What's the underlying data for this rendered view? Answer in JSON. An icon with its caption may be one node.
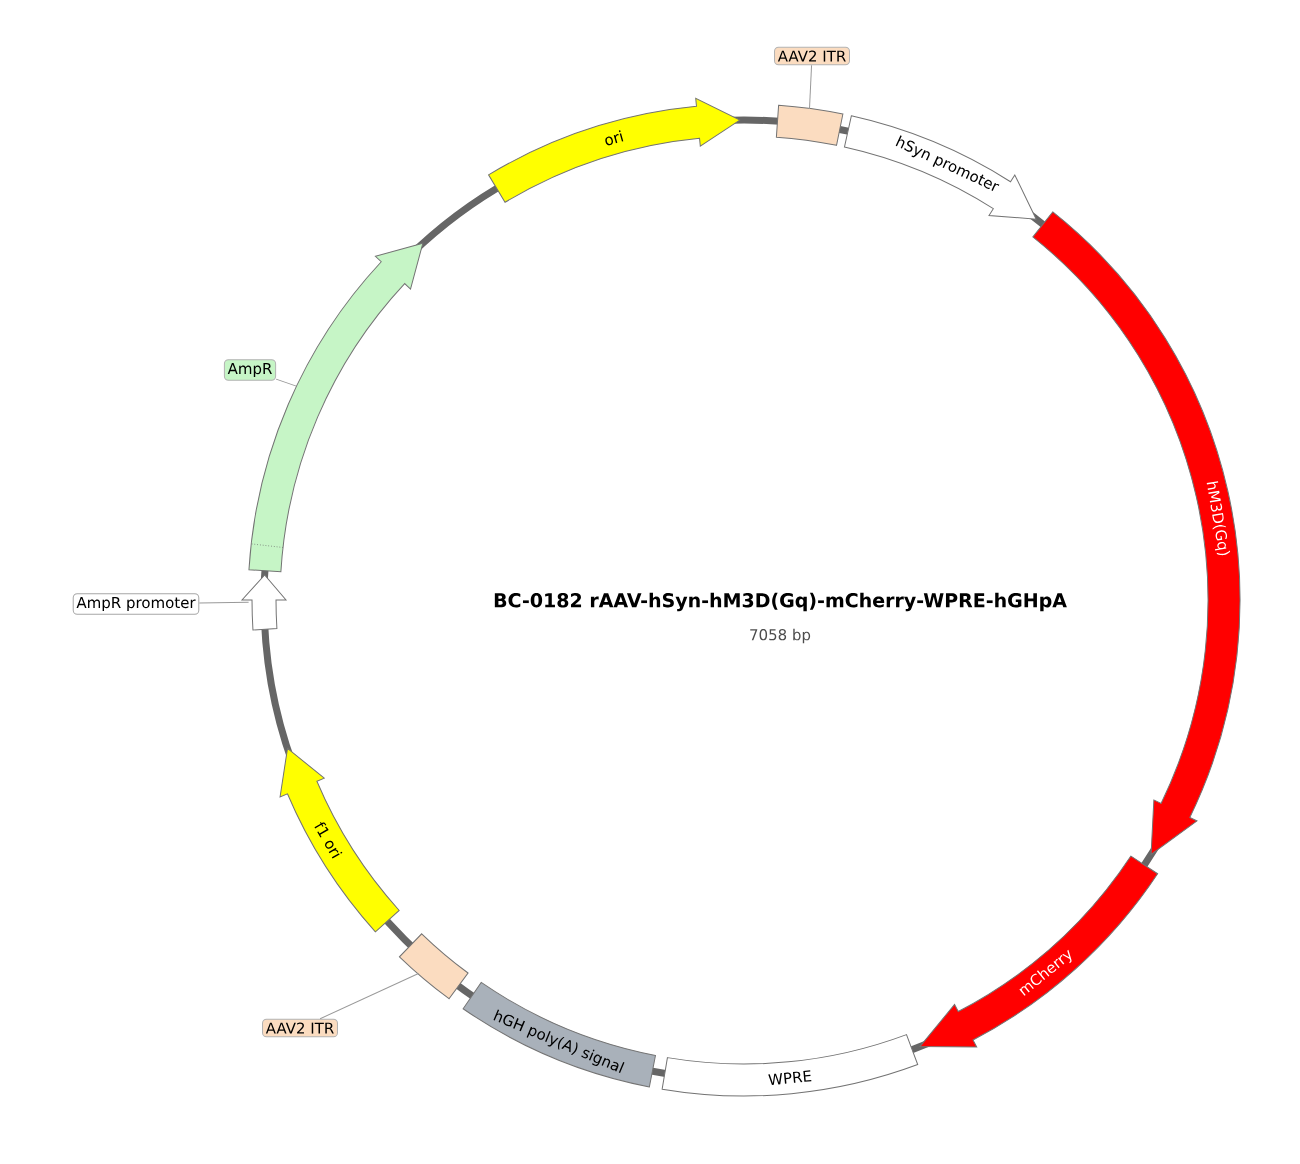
{
  "diagram": {
    "title": "BC-0182   rAAV-hSyn-hM3D(Gq)-mCherry-WPRE-hGHpA",
    "nodes": [
      {
        "text": [
          "AAV2 ITR"
        ]
      },
      {
        "text": [],
        "shape": "box"
      },
      {
        "text": [
          "AmpR"
        ]
      },
      {
        "text": [],
        "shape": "arrow"
      },
      {
        "text": [
          "AmpR promoter"
        ]
      },
      {
        "text": [],
        "shape": "arrow"
      },
      {
        "text": [
          "ori"
        ]
      },
      {
        "text": [
          "hSyn promoter"
        ]
      },
      {
        "text": [
          "hM3D(Gq)"
        ]
      },
      {
        "text": [
          "mCherry"
        ]
      },
      {
        "text": [
          "WPRE"
        ]
      },
      {
        "text": [
          "hGH poly(A) signal"
        ]
      },
      {
        "text": [],
        "shape": "box"
      },
      {
        "text": [
          "AAV2 ITR"
        ]
      },
      {
        "text": [
          "f1 ori"
        ]
      }
    ],
    "edges": [
      {
        "from": 0,
        "to": 1,
        "arrow": "none"
      },
      {
        "from": 2,
        "to": 3,
        "arrow": "none"
      },
      {
        "from": 4,
        "to": 5,
        "arrow": "none"
      },
      {
        "from": 13,
        "to": 12,
        "arrow": "none"
      }
    ],
    "labels": [
      "7058 bp"
    ]
  }
}
